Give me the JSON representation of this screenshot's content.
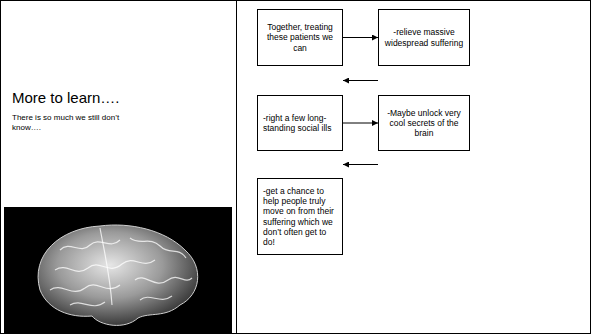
{
  "diagram": {
    "title": "More to learn….",
    "nodes": [
      {
        "text": [
          "Together, treating these patients we can"
        ]
      },
      {
        "text": [
          "-relieve massive widespread suffering"
        ]
      },
      {
        "text": [
          "-right a few long-standing social ills"
        ]
      },
      {
        "text": [
          "-Maybe unlock very cool secrets of the brain"
        ]
      },
      {
        "text": [
          "-get a chance to help people truly move on from their suffering which we don’t often get to do!"
        ]
      }
    ],
    "edges": [
      {
        "from": 0,
        "to": 1,
        "arrow": "to"
      },
      {
        "from": 1,
        "to": 2,
        "arrow": "to"
      },
      {
        "from": 2,
        "to": 3,
        "arrow": "to"
      },
      {
        "from": 3,
        "to": 4,
        "arrow": "to"
      }
    ],
    "labels": [
      "There is so much we still don’t know…."
    ]
  }
}
